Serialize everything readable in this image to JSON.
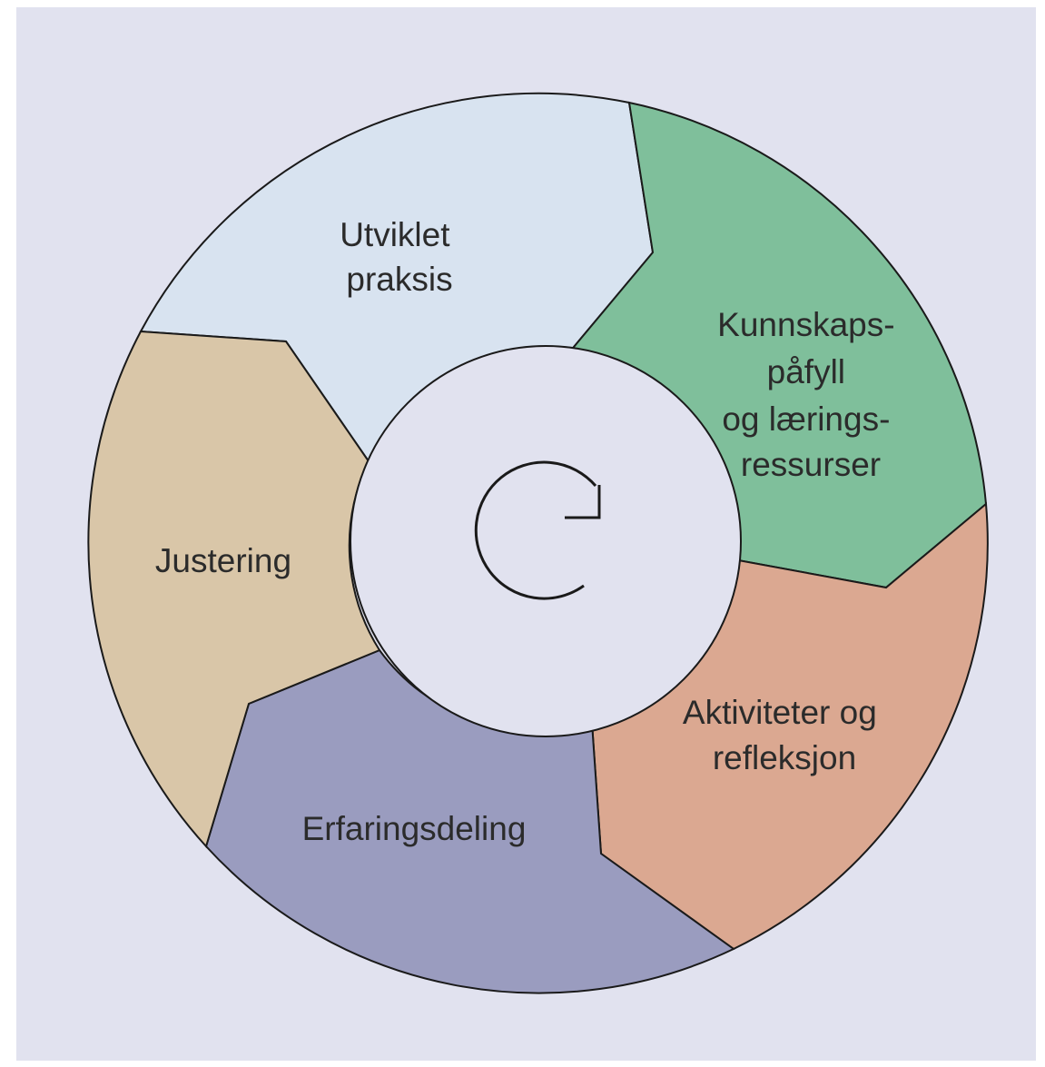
{
  "colors": {
    "background": "#e1e2ef",
    "hub": "#e1e2ef",
    "outline": "#1a1a1a",
    "text": "#2b2b2b"
  },
  "segments": [
    {
      "id": "utviklet-praksis",
      "lines": [
        "Utviklet",
        "praksis"
      ],
      "color": "#d8e3f0"
    },
    {
      "id": "kunnskapspafyll",
      "lines": [
        "Kunnskaps-",
        "påfyll",
        "og lærings-",
        "ressurser"
      ],
      "color": "#7fbf9b"
    },
    {
      "id": "aktiviteter",
      "lines": [
        "Aktiviteter og",
        "refleksjon"
      ],
      "color": "#dba891"
    },
    {
      "id": "erfaringsdeling",
      "lines": [
        "Erfaringsdeling"
      ],
      "color": "#9a9cbf"
    },
    {
      "id": "justering",
      "lines": [
        "Justering"
      ],
      "color": "#d9c6a8"
    }
  ],
  "center": {
    "icon": "refresh-cycle-icon"
  }
}
